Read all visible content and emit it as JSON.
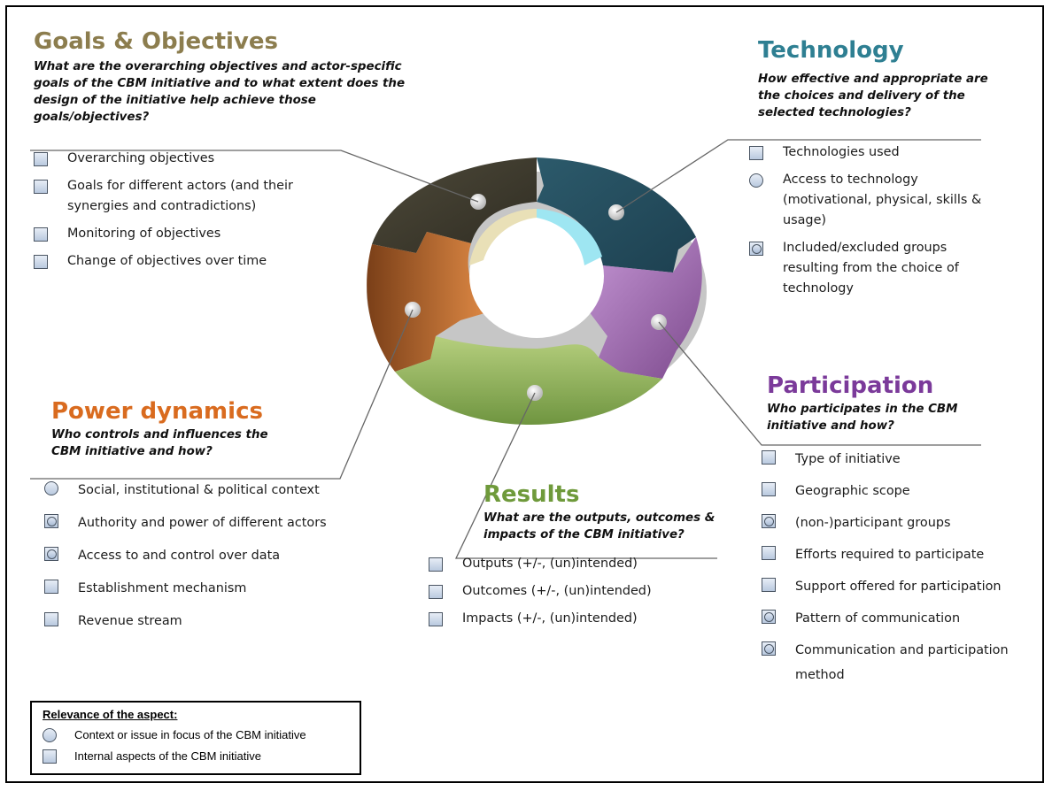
{
  "sections": {
    "goals": {
      "title": "Goals & Objectives",
      "question": "What are the overarching objectives and actor-specific goals of the CBM initiative and to what extent does the design of the initiative help achieve those goals/objectives?",
      "items": [
        {
          "text": "Overarching objectives",
          "marker": "square"
        },
        {
          "text": "Goals for different actors (and their synergies and contradictions)",
          "marker": "square"
        },
        {
          "text": "Monitoring of objectives",
          "marker": "square"
        },
        {
          "text": "Change of objectives over time",
          "marker": "square"
        }
      ]
    },
    "technology": {
      "title": "Technology",
      "question": "How effective and appropriate are the choices and delivery of the selected technologies?",
      "items": [
        {
          "text": "Technologies used",
          "marker": "square"
        },
        {
          "text": "Access to technology (motivational, physical, skills & usage)",
          "marker": "circle"
        },
        {
          "text": "Included/excluded groups resulting from the choice of technology",
          "marker": "square-circle"
        }
      ]
    },
    "power": {
      "title": "Power dynamics",
      "question": "Who controls and influences the CBM initiative and how?",
      "items": [
        {
          "text": "Social, institutional & political context",
          "marker": "circle"
        },
        {
          "text": "Authority and power of different actors",
          "marker": "square-circle"
        },
        {
          "text": "Access to and control over data",
          "marker": "square-circle"
        },
        {
          "text": "Establishment mechanism",
          "marker": "square"
        },
        {
          "text": "Revenue stream",
          "marker": "square"
        }
      ]
    },
    "participation": {
      "title": "Participation",
      "question": "Who participates in the CBM initiative and how?",
      "items": [
        {
          "text": "Type of initiative",
          "marker": "square"
        },
        {
          "text": "Geographic scope",
          "marker": "square"
        },
        {
          "text": "(non-)participant groups",
          "marker": "square-circle"
        },
        {
          "text": "Efforts required to participate",
          "marker": "square"
        },
        {
          "text": "Support offered for participation",
          "marker": "square"
        },
        {
          "text": "Pattern of communication",
          "marker": "square-circle"
        },
        {
          "text": "Communication and participation method",
          "marker": "square-circle"
        }
      ]
    },
    "results": {
      "title": "Results",
      "question": "What are the outputs, outcomes & impacts of the CBM initiative?",
      "items": [
        {
          "text": "Outputs (+/-, (un)intended)",
          "marker": "square"
        },
        {
          "text": "Outcomes (+/-, (un)intended)",
          "marker": "square"
        },
        {
          "text": "Impacts (+/-, (un)intended)",
          "marker": "square"
        }
      ]
    }
  },
  "legend": {
    "title": "Relevance of the aspect:",
    "items": [
      {
        "text": "Context or issue in focus of the CBM  initiative",
        "marker": "circle"
      },
      {
        "text": "Internal aspects of the CBM initiative",
        "marker": "square"
      }
    ]
  },
  "colors": {
    "goals": "#8c7d4e",
    "technology": "#2e7f92",
    "power": "#d96b1f",
    "participation": "#7b3a9a",
    "results": "#6f9a3b"
  }
}
